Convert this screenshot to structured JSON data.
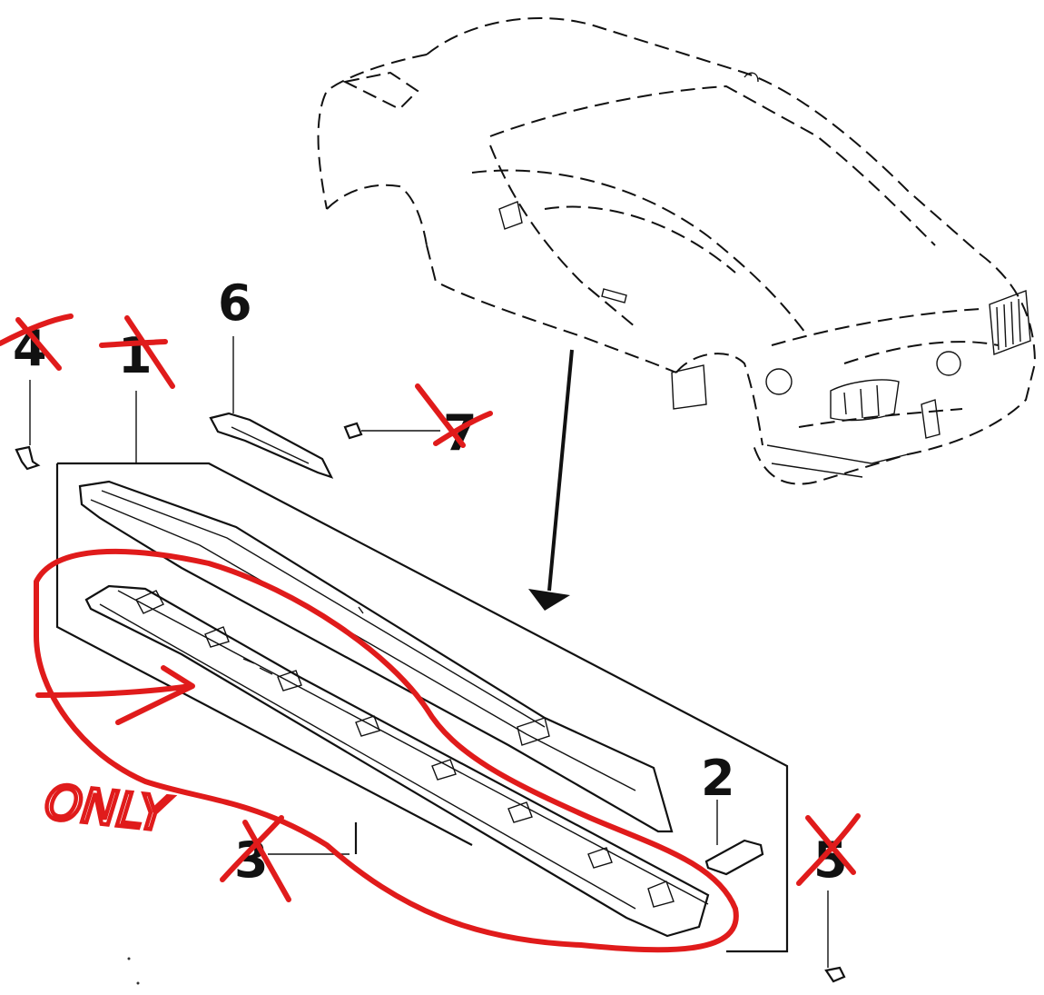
{
  "callouts": {
    "c1": "1",
    "c2": "2",
    "c3": "3",
    "c4": "4",
    "c5": "5",
    "c6": "6",
    "c7": "7"
  },
  "annotation": {
    "text": "ONLY",
    "color": "#e01b1b",
    "crossed_out": [
      "4",
      "1",
      "7",
      "3",
      "5"
    ]
  },
  "colors": {
    "line": "#111111",
    "annotation": "#e01b1b",
    "background": "#ffffff"
  }
}
